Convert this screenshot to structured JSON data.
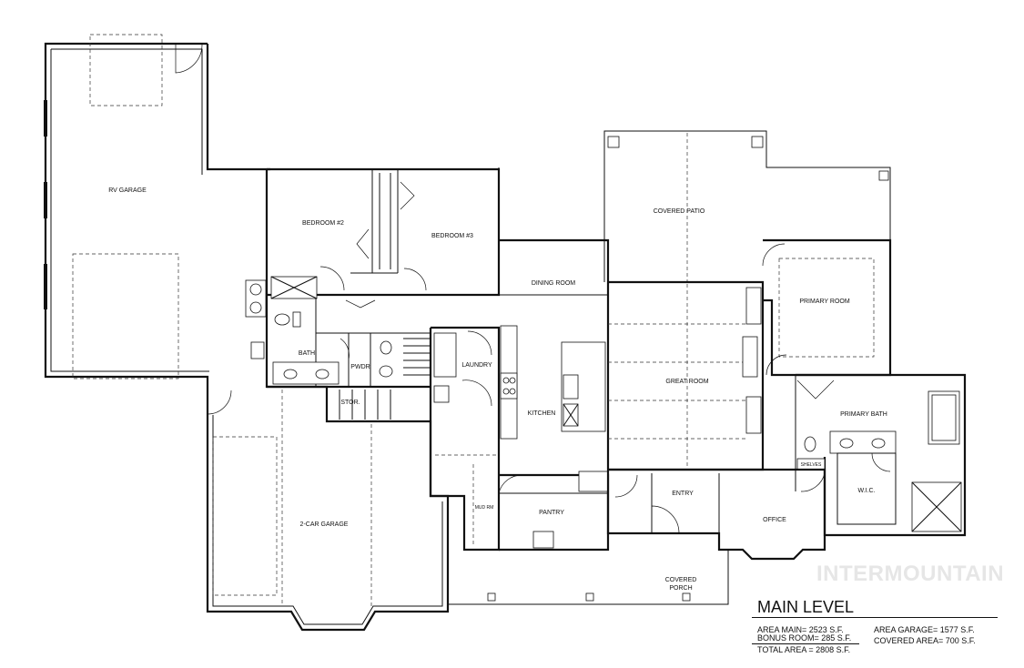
{
  "plan": {
    "rooms": {
      "rv_garage": "RV GARAGE",
      "bedroom_2": "BEDROOM #2",
      "bedroom_3": "BEDROOM #3",
      "covered_patio": "COVERED PATIO",
      "dining_room": "DINING ROOM",
      "primary_room": "PRIMARY ROOM",
      "bath": "BATH",
      "pwdr": "PWDR",
      "laundry": "LAUNDRY",
      "great_room": "GREAT ROOM",
      "stor": "STOR.",
      "kitchen": "KITCHEN",
      "primary_bath": "PRIMARY BATH",
      "shelves": "SHELVES",
      "wic": "W.I.C.",
      "entry": "ENTRY",
      "mud_rm": "MUD RM",
      "pantry": "PANTRY",
      "office": "OFFICE",
      "two_car_garage": "2-CAR GARAGE",
      "covered_porch_1": "COVERED",
      "covered_porch_2": "PORCH"
    }
  },
  "watermark": "INTERMOUNTAIN",
  "title_block": {
    "title": "MAIN LEVEL",
    "area_main": "AREA MAIN= 2523 S.F.",
    "bonus_room": "BONUS ROOM= 285 S.F.",
    "total_area": "TOTAL AREA = 2808 S.F.",
    "area_garage": "AREA GARAGE= 1577 S.F.",
    "covered_area": "COVERED AREA= 700 S.F."
  }
}
